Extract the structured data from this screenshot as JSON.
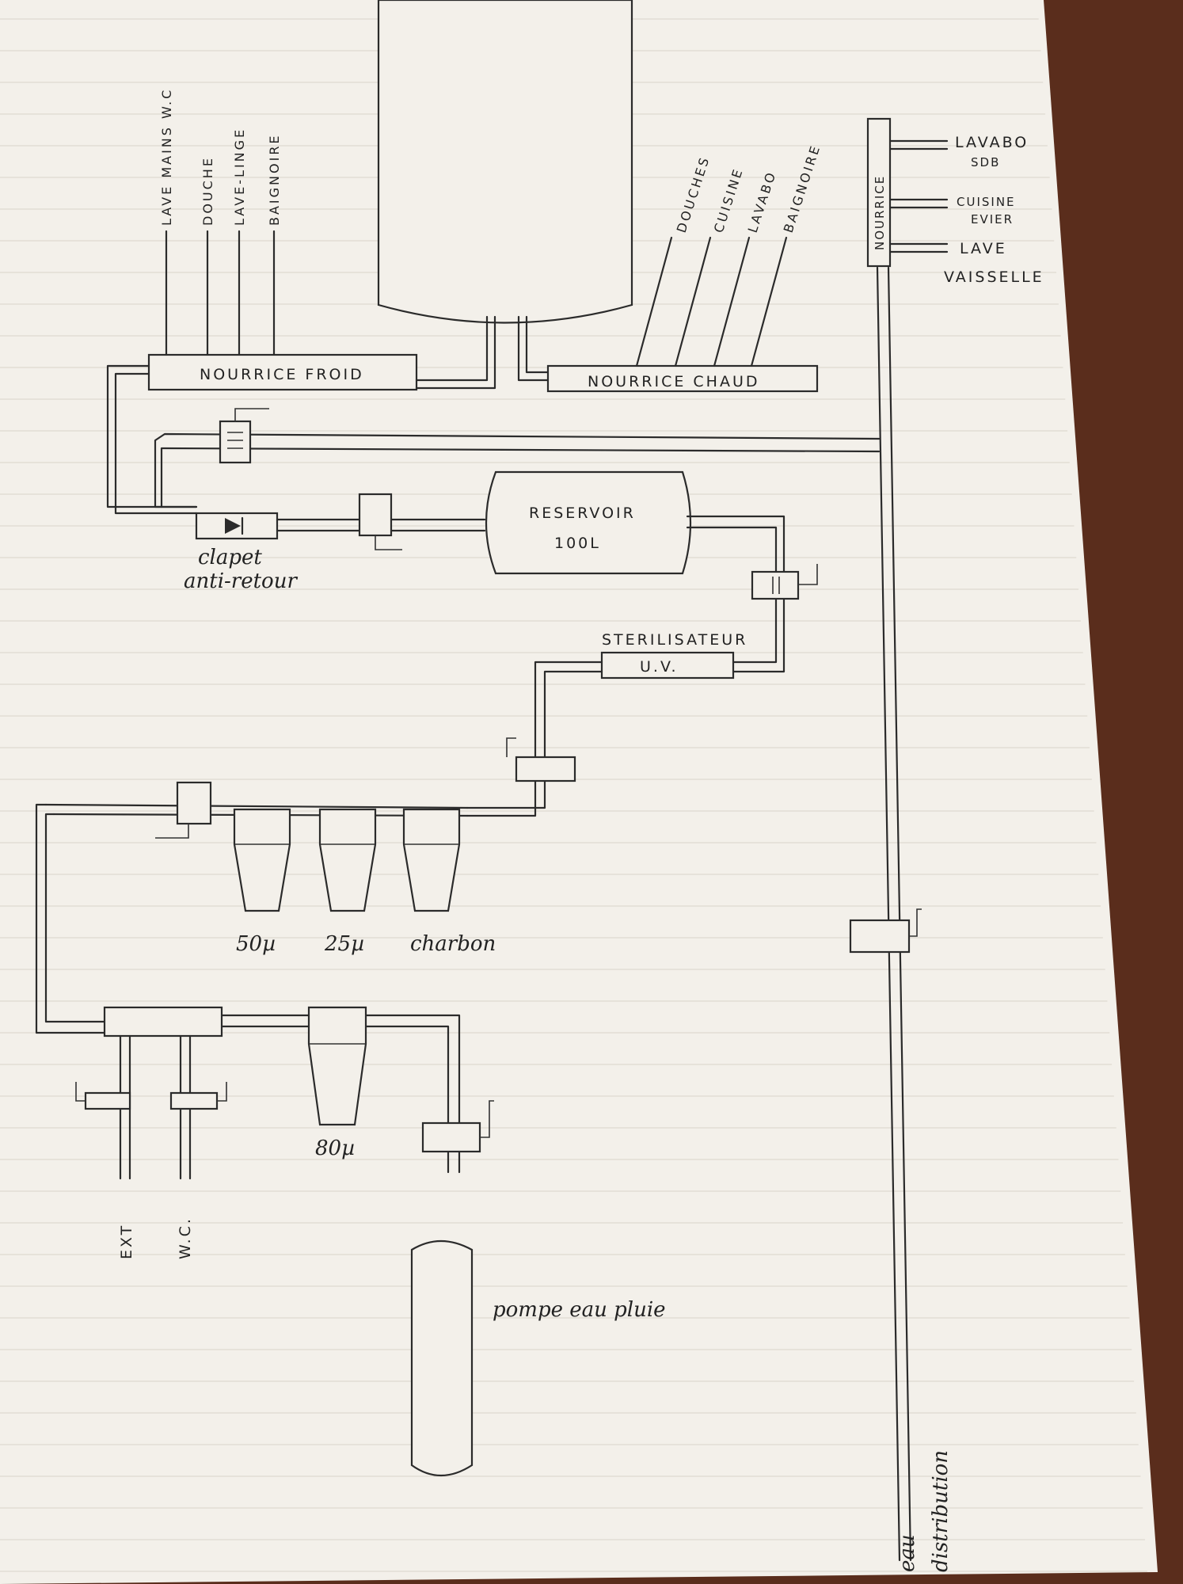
{
  "colors": {
    "paper": "#f3f0ea",
    "table": "#5a2d1c",
    "ink": "#2b2b2b",
    "rule": "#d9d4cb"
  },
  "labels": {
    "cold_outlets": [
      "LAVE MAINS W.C",
      "DOUCHE",
      "LAVE-LINGE",
      "BAIGNOIRE"
    ],
    "cold_manifold": "NOURRICE FROID",
    "hot_outlets": [
      "DOUCHES",
      "CUISINE",
      "LAVABO",
      "BAIGNOIRE"
    ],
    "hot_manifold": "NOURRICE CHAUD",
    "city_manifold": "NOURRICE",
    "city_outlets": [
      {
        "l1": "LAVABO",
        "l2": "SDB"
      },
      {
        "l1": "CUISINE",
        "l2": "EVIER"
      },
      {
        "l1": "LAVE",
        "l2": "VAISSELLE"
      }
    ],
    "reservoir_l1": "RESERVOIR",
    "reservoir_l2": "100L",
    "check_valve_l1": "clapet",
    "check_valve_l2": "anti-retour",
    "sterilizer_title": "STERILISATEUR",
    "sterilizer_box": "U.V.",
    "filters": [
      "50µ",
      "25µ",
      "charbon"
    ],
    "filter_80": "80µ",
    "outlet_ext": "EXT",
    "outlet_wc": "W.C.",
    "pump": "pompe eau pluie",
    "city_water_l1": "eau",
    "city_water_l2": "distribution"
  }
}
